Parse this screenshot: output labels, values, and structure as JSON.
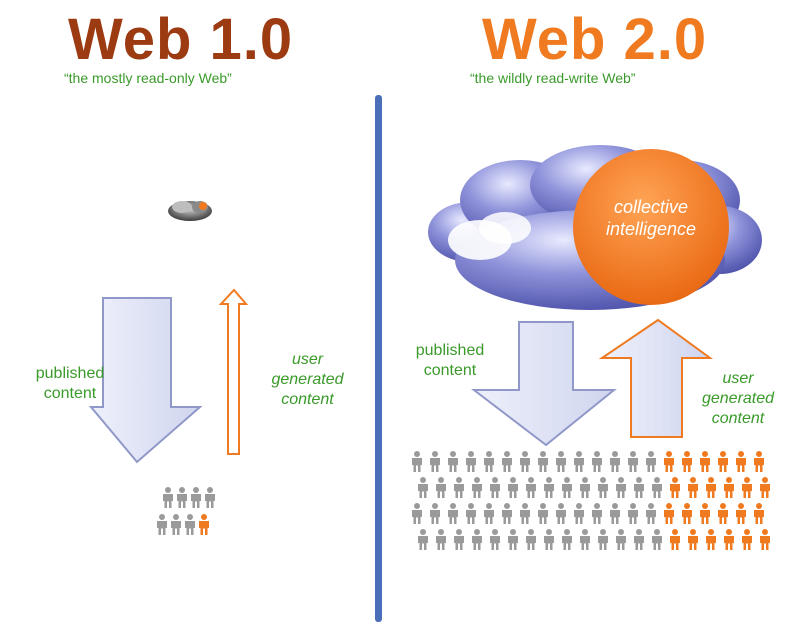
{
  "web1": {
    "title": "Web 1.0",
    "subtitle": "“the mostly read-only Web”",
    "published_label_line1": "published",
    "published_label_line2": "content",
    "ugc_label_line1": "user",
    "ugc_label_line2": "generated",
    "ugc_label_line3": "content",
    "people_gray": 7,
    "people_orange": 1
  },
  "web2": {
    "title": "Web 2.0",
    "subtitle": "“the wildly read-write Web”",
    "cloud_label_line1": "collective",
    "cloud_label_line2": "intelligence",
    "published_label_line1": "published",
    "published_label_line2": "content",
    "ugc_label_line1": "user",
    "ugc_label_line2": "generated",
    "ugc_label_line3": "content",
    "people_rows": 4,
    "people_gray_per_row": 14,
    "people_orange_per_row": 6
  },
  "colors": {
    "web1_title": "#9c3a12",
    "web2_title": "#f07a20",
    "label_green": "#3a9a2a",
    "divider": "#4a6fb8",
    "published_arrow_fill": "#dfe3f4",
    "published_arrow_stroke": "#8f98c8",
    "ugc_arrow_stroke": "#f07a20",
    "person_gray": "#9a9a9a",
    "person_orange": "#f07a20",
    "cloud": "#6e73c8",
    "intelligence_circle": "#f07a20"
  }
}
